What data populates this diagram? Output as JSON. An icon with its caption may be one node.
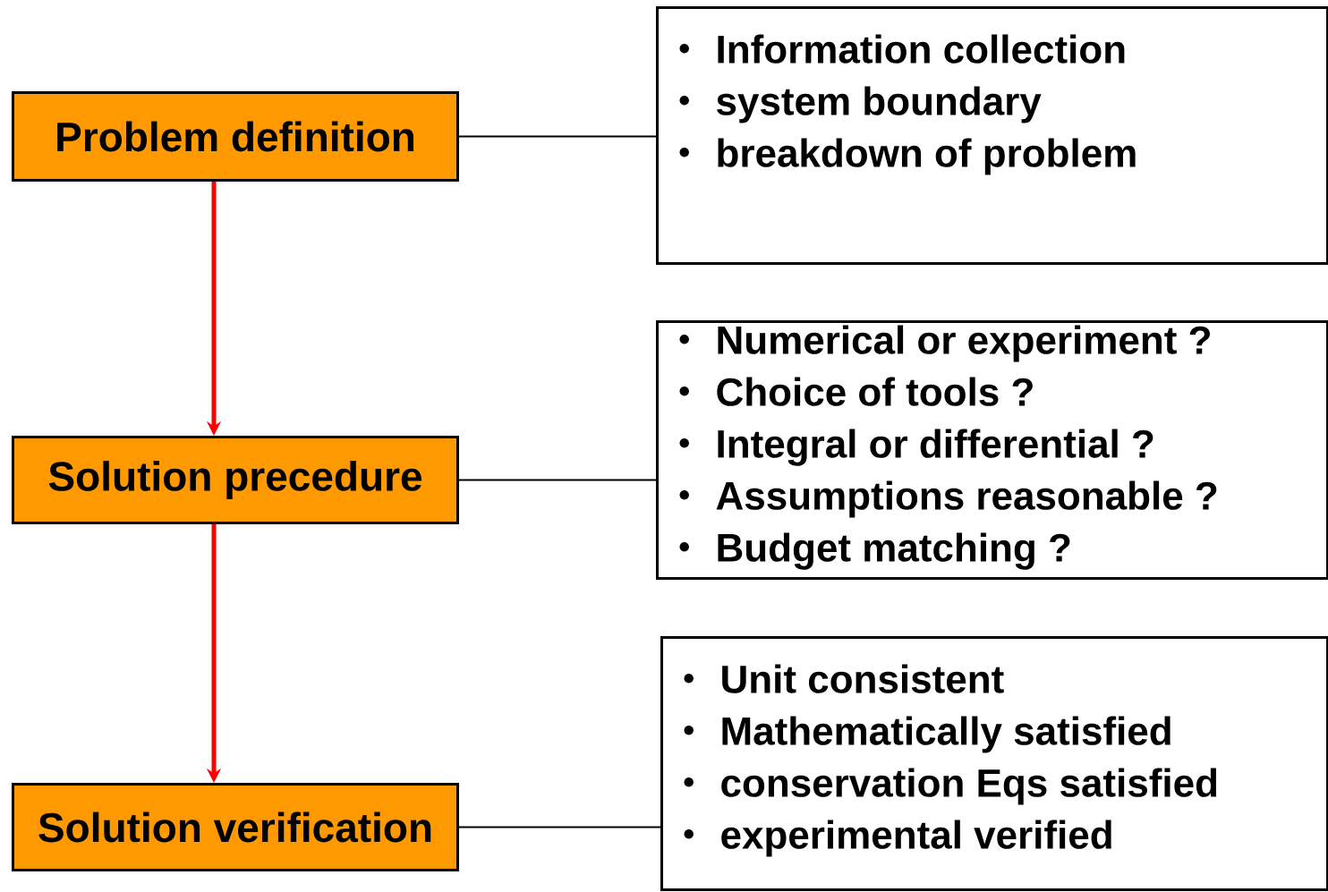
{
  "diagram": {
    "nodes": [
      {
        "text": [
          "Problem definition"
        ]
      },
      {
        "text": [
          "Solution precedure"
        ]
      },
      {
        "text": [
          "Solution verification"
        ]
      },
      {
        "text": [
          "Information collection",
          "system boundary",
          "breakdown of problem"
        ]
      },
      {
        "text": [
          "Numerical or experiment ?",
          "Choice of tools ?",
          "Integral or differential ?",
          "Assumptions reasonable ?",
          "Budget matching ?"
        ]
      },
      {
        "text": [
          "Unit consistent",
          "Mathematically satisfied",
          "conservation Eqs satisfied",
          "experimental verified"
        ]
      }
    ],
    "edges": [
      {
        "from": 0,
        "to": 1,
        "arrow": "to",
        "style": "thick",
        "color": "#ff0000"
      },
      {
        "from": 1,
        "to": 2,
        "arrow": "to",
        "style": "thick",
        "color": "#ff0000"
      },
      {
        "from": 0,
        "to": 3,
        "arrow": "none"
      },
      {
        "from": 1,
        "to": 4,
        "arrow": "none"
      },
      {
        "from": 2,
        "to": 5,
        "arrow": "none"
      }
    ]
  }
}
